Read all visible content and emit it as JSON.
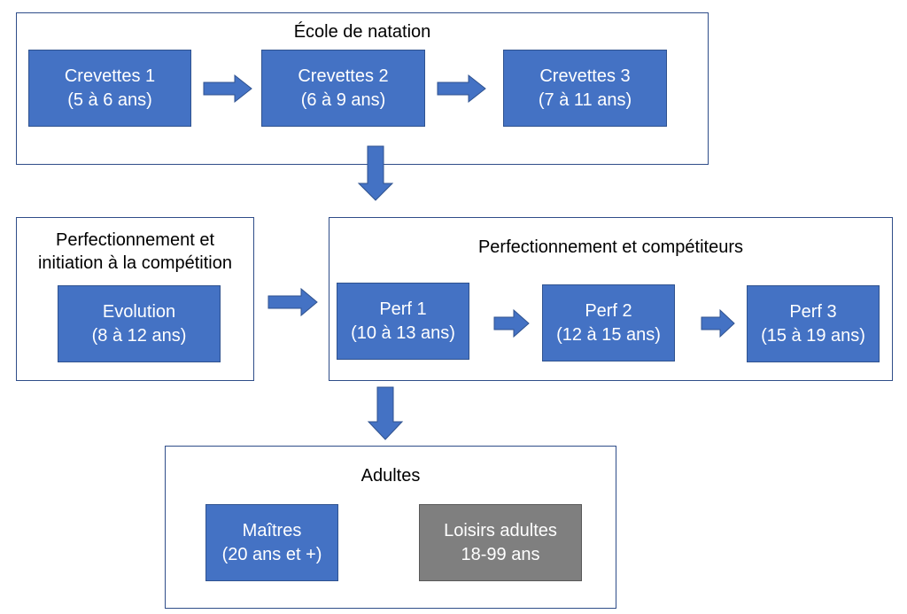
{
  "groups": {
    "ecole": {
      "title": "École de natation"
    },
    "perfectionnement_init": {
      "title": "Perfectionnement et\ninitiation à la compétition"
    },
    "perf_comp": {
      "title": "Perfectionnement et compétiteurs"
    },
    "adultes": {
      "title": "Adultes"
    }
  },
  "nodes": {
    "crevettes1": {
      "name": "Crevettes 1",
      "age": "(5 à 6 ans)"
    },
    "crevettes2": {
      "name": "Crevettes 2",
      "age": "(6 à 9 ans)"
    },
    "crevettes3": {
      "name": "Crevettes 3",
      "age": "(7 à 11 ans)"
    },
    "evolution": {
      "name": "Evolution",
      "age": "(8 à 12 ans)"
    },
    "perf1": {
      "name": "Perf 1",
      "age": "(10 à 13 ans)"
    },
    "perf2": {
      "name": "Perf 2",
      "age": "(12 à 15 ans)"
    },
    "perf3": {
      "name": "Perf 3",
      "age": "(15 à 19 ans)"
    },
    "maitres": {
      "name": "Maîtres",
      "age": "(20 ans et +)"
    },
    "loisirs": {
      "name": "Loisirs adultes",
      "age": "18-99 ans"
    }
  },
  "colors": {
    "node_fill": "#4472c4",
    "node_border": "#2f528f",
    "node_gray_fill": "#7f7f7f",
    "group_border": "#2f4d89"
  }
}
